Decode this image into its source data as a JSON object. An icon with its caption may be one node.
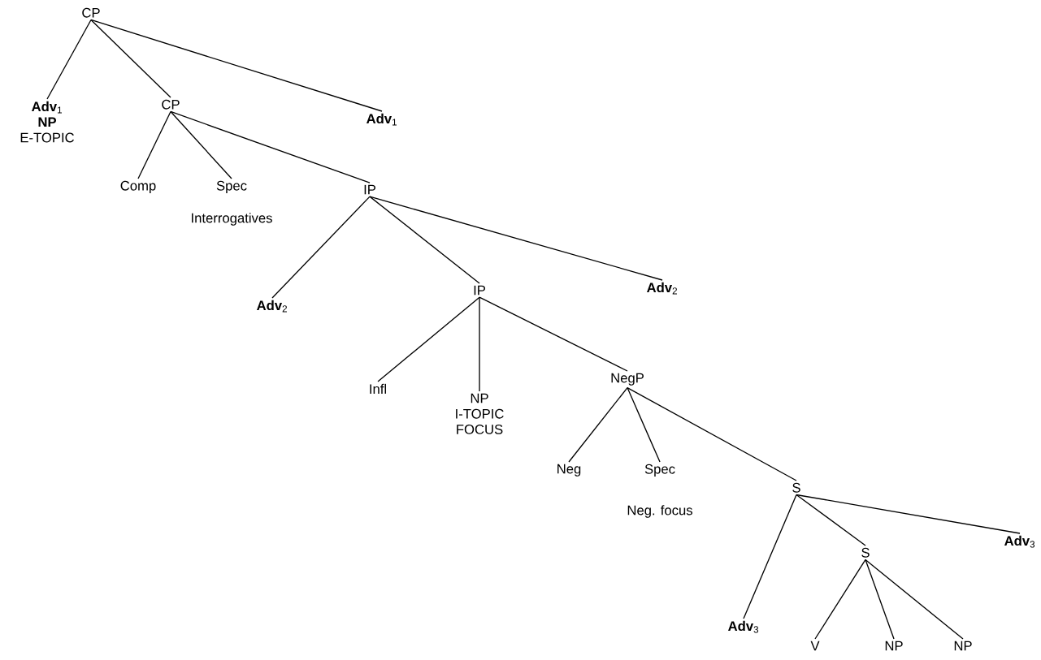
{
  "diagram": {
    "nodes": [
      {
        "text": [
          "CP"
        ]
      },
      {
        "text": [
          "**Adv**$_{1}$",
          "**NP**",
          "E-TOPIC"
        ]
      },
      {
        "text": [
          "CP"
        ]
      },
      {
        "text": [
          "**Adv**$_{1}$"
        ]
      },
      {
        "text": [
          "Comp"
        ]
      },
      {
        "text": [
          "Spec"
        ],
        "beside": [
          "Interrogatives"
        ]
      },
      {
        "text": [
          "IP"
        ]
      },
      {
        "text": [
          "**Adv**$_{2}$"
        ]
      },
      {
        "text": [
          "IP"
        ]
      },
      {
        "text": [
          "**Adv**$_{2}$"
        ]
      },
      {
        "text": [
          "Infl"
        ]
      },
      {
        "text": [
          "NP",
          "I-TOPIC",
          "FOCUS"
        ]
      },
      {
        "text": [
          "NegP"
        ]
      },
      {
        "text": [
          "Neg"
        ]
      },
      {
        "text": [
          "Spec"
        ],
        "beside": [
          "Neg. focus"
        ]
      },
      {
        "text": [
          "S"
        ]
      },
      {
        "text": [
          "**Adv**$_{3}$"
        ]
      },
      {
        "text": [
          "S"
        ]
      },
      {
        "text": [
          "**Adv**$_{3}$"
        ]
      },
      {
        "text": [
          "V"
        ]
      },
      {
        "text": [
          "NP"
        ]
      },
      {
        "text": [
          "NP"
        ]
      }
    ],
    "edges": [
      {
        "from": 0,
        "to": 1,
        "arrow": "none"
      },
      {
        "from": 0,
        "to": 2,
        "arrow": "none"
      },
      {
        "from": 0,
        "to": 3,
        "arrow": "none"
      },
      {
        "from": 2,
        "to": 4,
        "arrow": "none"
      },
      {
        "from": 2,
        "to": 5,
        "arrow": "none"
      },
      {
        "from": 2,
        "to": 6,
        "arrow": "none"
      },
      {
        "from": 6,
        "to": 7,
        "arrow": "none"
      },
      {
        "from": 6,
        "to": 8,
        "arrow": "none"
      },
      {
        "from": 6,
        "to": 9,
        "arrow": "none"
      },
      {
        "from": 8,
        "to": 10,
        "arrow": "none"
      },
      {
        "from": 8,
        "to": 11,
        "arrow": "none"
      },
      {
        "from": 8,
        "to": 12,
        "arrow": "none"
      },
      {
        "from": 12,
        "to": 13,
        "arrow": "none"
      },
      {
        "from": 12,
        "to": 14,
        "arrow": "none"
      },
      {
        "from": 12,
        "to": 15,
        "arrow": "none"
      },
      {
        "from": 15,
        "to": 16,
        "arrow": "none"
      },
      {
        "from": 15,
        "to": 17,
        "arrow": "none"
      },
      {
        "from": 15,
        "to": 18,
        "arrow": "none"
      },
      {
        "from": 17,
        "to": 19,
        "arrow": "none"
      },
      {
        "from": 17,
        "to": 20,
        "arrow": "none"
      },
      {
        "from": 17,
        "to": 21,
        "arrow": "none"
      }
    ]
  }
}
